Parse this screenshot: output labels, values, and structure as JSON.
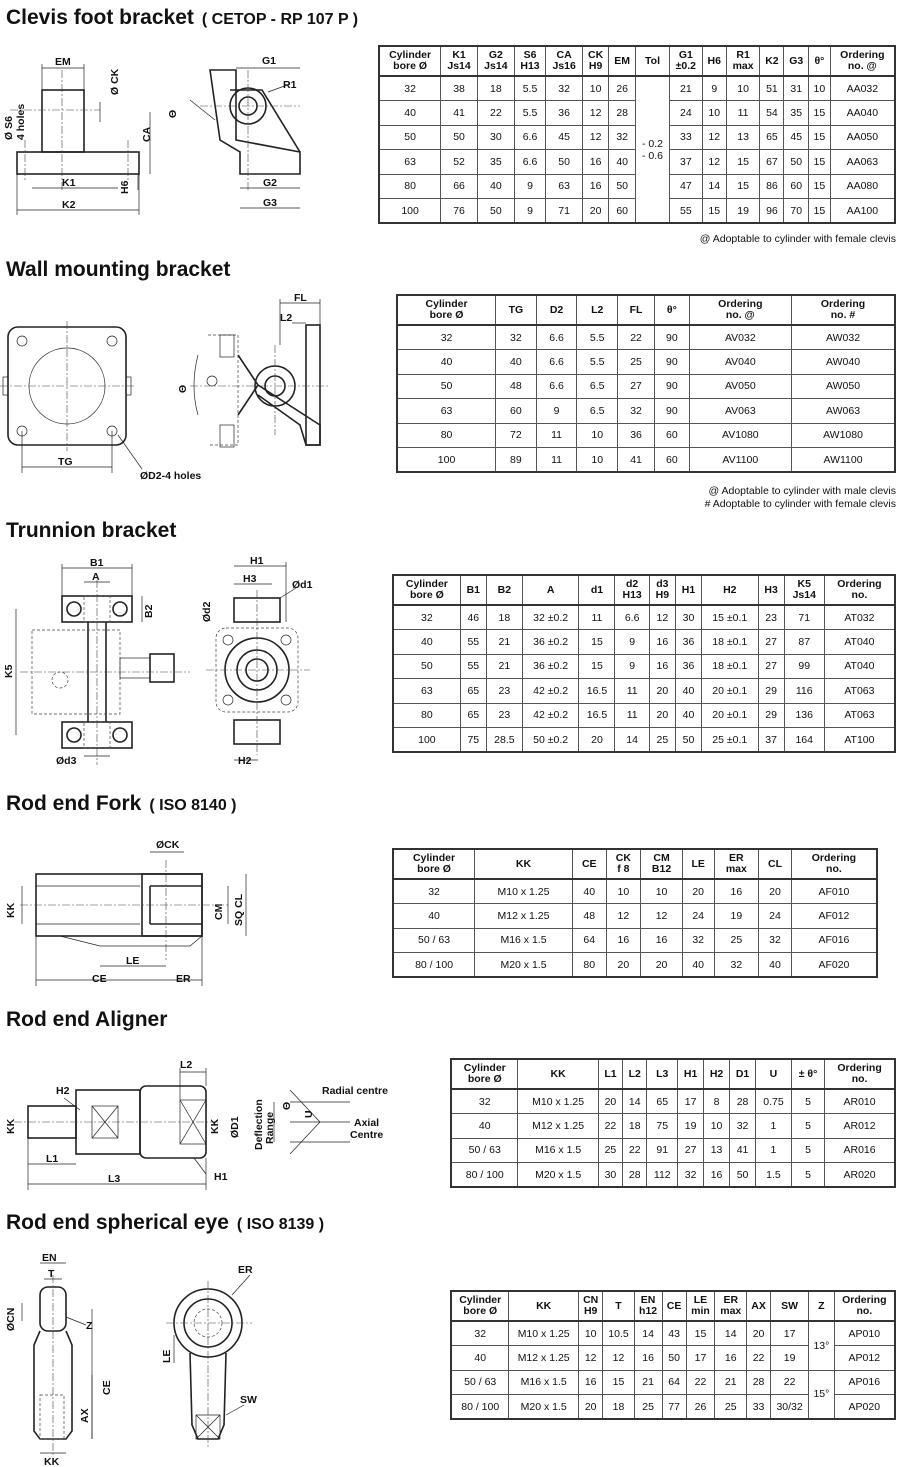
{
  "sections": {
    "clevis": {
      "title": "Clevis foot bracket",
      "subtitle": "( CETOP - RP 107 P )",
      "headers": [
        "Cylinder\nbore Ø",
        "K1\nJs14",
        "G2\nJs14",
        "S6\nH13",
        "CA\nJs16",
        "CK\nH9",
        "EM",
        "Tol",
        "G1\n±0.2",
        "H6",
        "R1\nmax",
        "K2",
        "G3",
        "θ°",
        "Ordering\nno. @"
      ],
      "rows": [
        [
          "32",
          "38",
          "18",
          "5.5",
          "32",
          "10",
          "26",
          "21",
          "9",
          "10",
          "51",
          "31",
          "10",
          "AA032"
        ],
        [
          "40",
          "41",
          "22",
          "5.5",
          "36",
          "12",
          "28",
          "24",
          "10",
          "11",
          "54",
          "35",
          "15",
          "AA040"
        ],
        [
          "50",
          "50",
          "30",
          "6.6",
          "45",
          "12",
          "32",
          "33",
          "12",
          "13",
          "65",
          "45",
          "15",
          "AA050"
        ],
        [
          "63",
          "52",
          "35",
          "6.6",
          "50",
          "16",
          "40",
          "37",
          "12",
          "15",
          "67",
          "50",
          "15",
          "AA063"
        ],
        [
          "80",
          "66",
          "40",
          "9",
          "63",
          "16",
          "50",
          "47",
          "14",
          "15",
          "86",
          "60",
          "15",
          "AA080"
        ],
        [
          "100",
          "76",
          "50",
          "9",
          "71",
          "20",
          "60",
          "55",
          "15",
          "19",
          "96",
          "70",
          "15",
          "AA100"
        ]
      ],
      "tol": "- 0.2\n- 0.6",
      "note": "@  Adoptable  to cylinder with female clevis",
      "labels": {
        "em": "EM",
        "ck": "Ø CK",
        "s6": "Ø S6",
        "holes": "4 holes",
        "ca": "CA",
        "k1": "K1",
        "k2": "K2",
        "h6": "H6",
        "theta": "Θ",
        "g1": "G1",
        "r1": "R1",
        "g2": "G2",
        "g3": "G3"
      }
    },
    "wall": {
      "title": "Wall mounting bracket",
      "headers": [
        "Cylinder\nbore Ø",
        "TG",
        "D2",
        "L2",
        "FL",
        "θ°",
        "Ordering\nno. @",
        "Ordering\nno. #"
      ],
      "rows": [
        [
          "32",
          "32",
          "6.6",
          "5.5",
          "22",
          "90",
          "AV032",
          "AW032"
        ],
        [
          "40",
          "40",
          "6.6",
          "5.5",
          "25",
          "90",
          "AV040",
          "AW040"
        ],
        [
          "50",
          "48",
          "6.6",
          "6.5",
          "27",
          "90",
          "AV050",
          "AW050"
        ],
        [
          "63",
          "60",
          "9",
          "6.5",
          "32",
          "90",
          "AV063",
          "AW063"
        ],
        [
          "80",
          "72",
          "11",
          "10",
          "36",
          "60",
          "AV1080",
          "AW1080"
        ],
        [
          "100",
          "89",
          "11",
          "10",
          "41",
          "60",
          "AV1100",
          "AW1100"
        ]
      ],
      "note1": "@  Adoptable to cylinder with male clevis",
      "note2": "#  Adoptable to cylinder with female clevis",
      "labels": {
        "tg": "TG",
        "d2": "ØD2-4 holes",
        "theta": "Θ",
        "fl": "FL",
        "l2": "L2"
      }
    },
    "trunnion": {
      "title": "Trunnion bracket",
      "headers": [
        "Cylinder\nbore Ø",
        "B1",
        "B2",
        "A",
        "d1",
        "d2\nH13",
        "d3\nH9",
        "H1",
        "H2",
        "H3",
        "K5\nJs14",
        "Ordering\nno."
      ],
      "rows": [
        [
          "32",
          "46",
          "18",
          "32 ±0.2",
          "11",
          "6.6",
          "12",
          "30",
          "15 ±0.1",
          "23",
          "71",
          "AT032"
        ],
        [
          "40",
          "55",
          "21",
          "36 ±0.2",
          "15",
          "9",
          "16",
          "36",
          "18 ±0.1",
          "27",
          "87",
          "AT040"
        ],
        [
          "50",
          "55",
          "21",
          "36 ±0.2",
          "15",
          "9",
          "16",
          "36",
          "18 ±0.1",
          "27",
          "99",
          "AT040"
        ],
        [
          "63",
          "65",
          "23",
          "42 ±0.2",
          "16.5",
          "11",
          "20",
          "40",
          "20 ±0.1",
          "29",
          "116",
          "AT063"
        ],
        [
          "80",
          "65",
          "23",
          "42 ±0.2",
          "16.5",
          "11",
          "20",
          "40",
          "20 ±0.1",
          "29",
          "136",
          "AT063"
        ],
        [
          "100",
          "75",
          "28.5",
          "50 ±0.2",
          "20",
          "14",
          "25",
          "50",
          "25 ±0.1",
          "37",
          "164",
          "AT100"
        ]
      ],
      "labels": {
        "b1": "B1",
        "a": "A",
        "b2": "B2",
        "k5": "K5",
        "d3": "Ød3",
        "h1": "H1",
        "h3": "H3",
        "d1": "Ød1",
        "d2": "Ød2",
        "h2": "H2"
      }
    },
    "fork": {
      "title": "Rod end Fork",
      "subtitle": "( ISO 8140 )",
      "headers": [
        "Cylinder\nbore Ø",
        "KK",
        "CE",
        "CK\nf 8",
        "CM\nB12",
        "LE",
        "ER\nmax",
        "CL",
        "Ordering\nno."
      ],
      "rows": [
        [
          "32",
          "M10 x 1.25",
          "40",
          "10",
          "10",
          "20",
          "16",
          "20",
          "AF010"
        ],
        [
          "40",
          "M12 x 1.25",
          "48",
          "12",
          "12",
          "24",
          "19",
          "24",
          "AF012"
        ],
        [
          "50 / 63",
          "M16 x 1.5",
          "64",
          "16",
          "16",
          "32",
          "25",
          "32",
          "AF016"
        ],
        [
          "80 / 100",
          "M20 x 1.5",
          "80",
          "20",
          "20",
          "40",
          "32",
          "40",
          "AF020"
        ]
      ],
      "labels": {
        "ck": "ØCK",
        "kk": "KK",
        "cm": "CM",
        "sqcl": "SQ CL",
        "le": "LE",
        "ce": "CE",
        "er": "ER"
      }
    },
    "aligner": {
      "title": "Rod end Aligner",
      "headers": [
        "Cylinder\nbore Ø",
        "KK",
        "L1",
        "L2",
        "L3",
        "H1",
        "H2",
        "D1",
        "U",
        "± θ°",
        "Ordering\nno."
      ],
      "rows": [
        [
          "32",
          "M10 x 1.25",
          "20",
          "14",
          "65",
          "17",
          "8",
          "28",
          "0.75",
          "5",
          "AR010"
        ],
        [
          "40",
          "M12 x 1.25",
          "22",
          "18",
          "75",
          "19",
          "10",
          "32",
          "1",
          "5",
          "AR012"
        ],
        [
          "50 / 63",
          "M16 x 1.5",
          "25",
          "22",
          "91",
          "27",
          "13",
          "41",
          "1",
          "5",
          "AR016"
        ],
        [
          "80 / 100",
          "M20 x 1.5",
          "30",
          "28",
          "112",
          "32",
          "16",
          "50",
          "1.5",
          "5",
          "AR020"
        ]
      ],
      "labels": {
        "l2": "L2",
        "h2": "H2",
        "kk": "KK",
        "kk2": "KK",
        "d1": "ØD1",
        "l1": "L1",
        "l3": "L3",
        "h1": "H1",
        "deflection": "Deflection",
        "range": "Range",
        "radial": "Radial centre",
        "axial": "Axial",
        "centre": "Centre",
        "u": "U",
        "theta": "Θ"
      }
    },
    "eye": {
      "title": "Rod end spherical eye",
      "subtitle": "( ISO 8139 )",
      "headers": [
        "Cylinder\nbore Ø",
        "KK",
        "CN\nH9",
        "T",
        "EN\nh12",
        "CE",
        "LE\nmin",
        "ER\nmax",
        "AX",
        "SW",
        "Z",
        "Ordering\nno."
      ],
      "rows": [
        [
          "32",
          "M10 x 1.25",
          "10",
          "10.5",
          "14",
          "43",
          "15",
          "14",
          "20",
          "17",
          "AP010"
        ],
        [
          "40",
          "M12 x 1.25",
          "12",
          "12",
          "16",
          "50",
          "17",
          "16",
          "22",
          "19",
          "AP012"
        ],
        [
          "50 / 63",
          "M16 x 1.5",
          "16",
          "15",
          "21",
          "64",
          "22",
          "21",
          "28",
          "22",
          "AP016"
        ],
        [
          "80 / 100",
          "M20 x 1.5",
          "20",
          "18",
          "25",
          "77",
          "26",
          "25",
          "33",
          "30/32",
          "AP020"
        ]
      ],
      "z": [
        "13°",
        "15°"
      ],
      "labels": {
        "en": "EN",
        "t": "T",
        "cn": "ØCN",
        "z": "Z",
        "ce": "CE",
        "ax": "AX",
        "kk": "KK",
        "er": "ER",
        "le": "LE",
        "sw": "SW"
      }
    }
  }
}
